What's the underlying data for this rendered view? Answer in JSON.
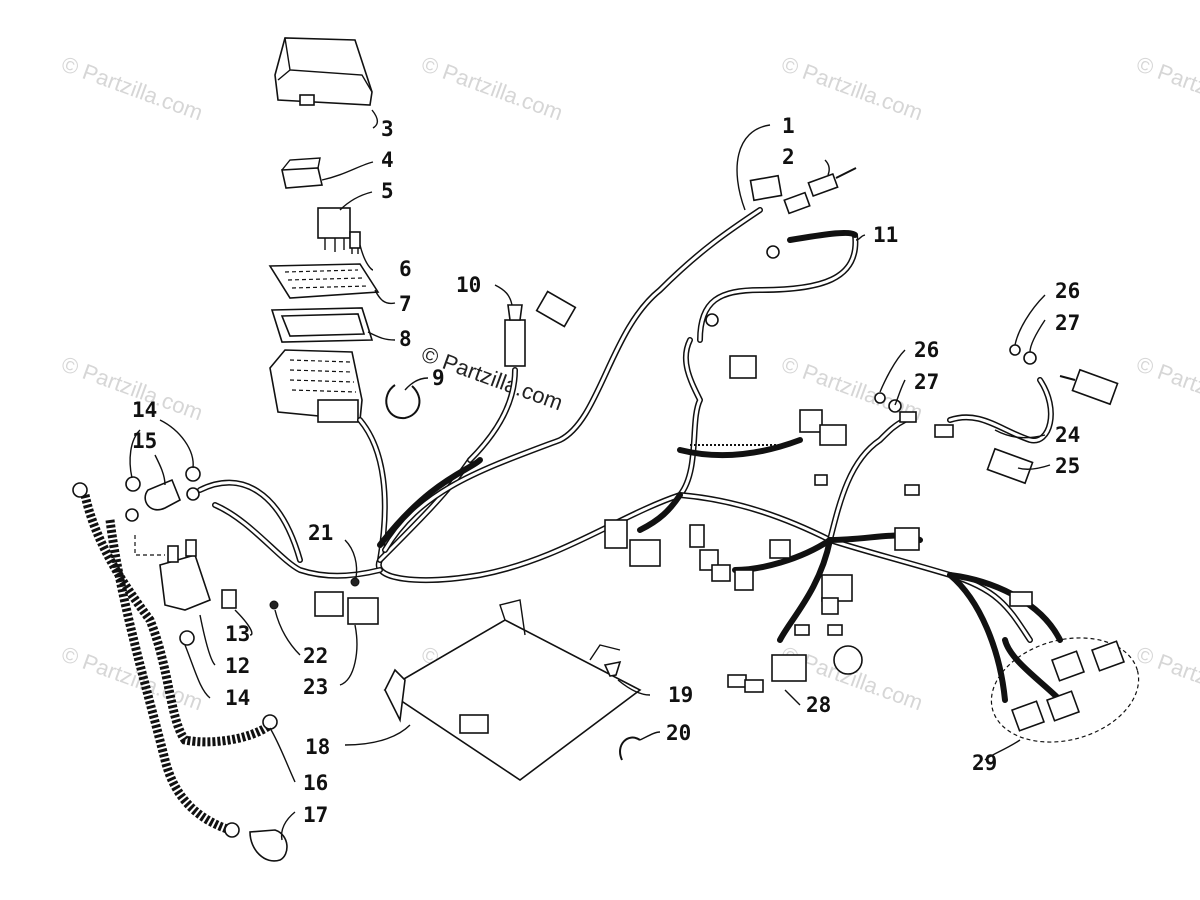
{
  "watermark": {
    "text": "© Partzilla.com",
    "center_text": "© Partzilla.com"
  },
  "callouts": {
    "c1": "1",
    "c2": "2",
    "c3": "3",
    "c4": "4",
    "c5": "5",
    "c6": "6",
    "c7": "7",
    "c8": "8",
    "c9": "9",
    "c10": "10",
    "c11": "11",
    "c12": "12",
    "c13": "13",
    "c14a": "14",
    "c14b": "14",
    "c15": "15",
    "c16": "16",
    "c17": "17",
    "c18": "18",
    "c19": "19",
    "c20": "20",
    "c21": "21",
    "c22": "22",
    "c23": "23",
    "c24": "24",
    "c25": "25",
    "c26a": "26",
    "c26b": "26",
    "c27a": "27",
    "c27b": "27",
    "c28": "28",
    "c29": "29"
  }
}
